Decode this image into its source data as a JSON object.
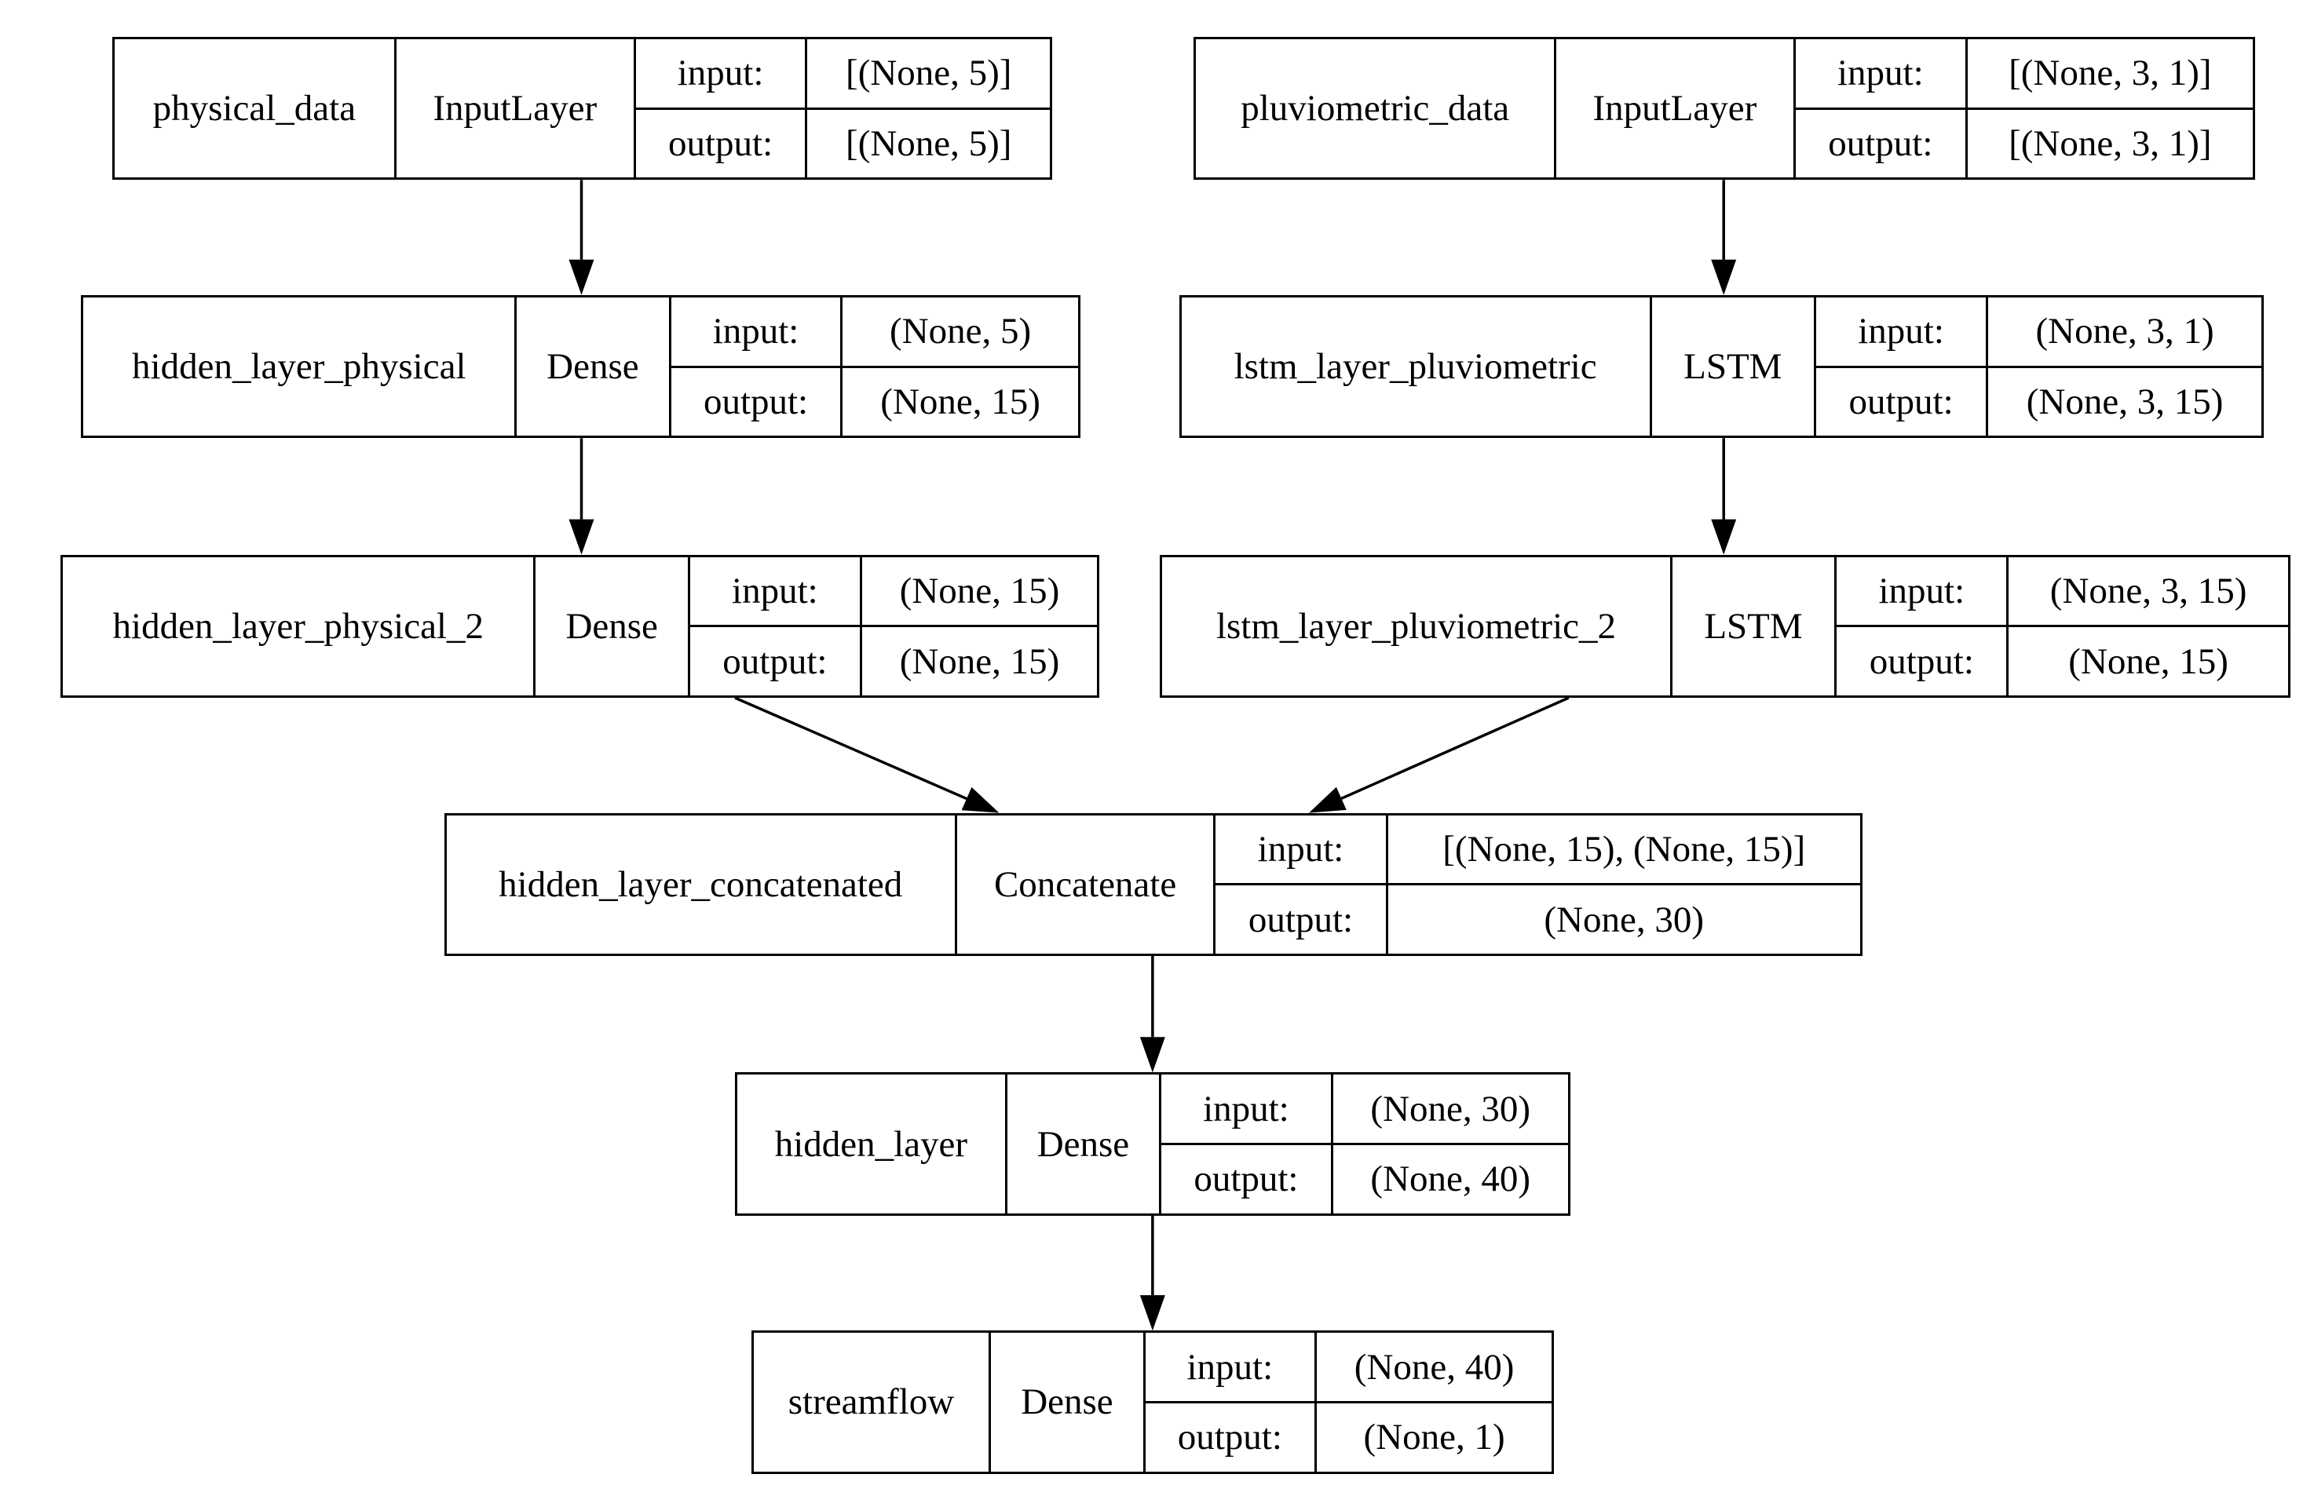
{
  "port_labels": {
    "input": "input:",
    "output": "output:"
  },
  "nodes": {
    "physical_data": {
      "name": "physical_data",
      "type": "InputLayer",
      "input": "[(None, 5)]",
      "output": "[(None, 5)]"
    },
    "pluviometric_data": {
      "name": "pluviometric_data",
      "type": "InputLayer",
      "input": "[(None, 3, 1)]",
      "output": "[(None, 3, 1)]"
    },
    "hidden_layer_physical": {
      "name": "hidden_layer_physical",
      "type": "Dense",
      "input": "(None, 5)",
      "output": "(None, 15)"
    },
    "lstm_layer_pluviometric": {
      "name": "lstm_layer_pluviometric",
      "type": "LSTM",
      "input": "(None, 3, 1)",
      "output": "(None, 3, 15)"
    },
    "hidden_layer_physical_2": {
      "name": "hidden_layer_physical_2",
      "type": "Dense",
      "input": "(None, 15)",
      "output": "(None, 15)"
    },
    "lstm_layer_pluviometric_2": {
      "name": "lstm_layer_pluviometric_2",
      "type": "LSTM",
      "input": "(None, 3, 15)",
      "output": "(None, 15)"
    },
    "hidden_layer_concatenated": {
      "name": "hidden_layer_concatenated",
      "type": "Concatenate",
      "input": "[(None, 15), (None, 15)]",
      "output": "(None, 30)"
    },
    "hidden_layer": {
      "name": "hidden_layer",
      "type": "Dense",
      "input": "(None, 30)",
      "output": "(None, 40)"
    },
    "streamflow": {
      "name": "streamflow",
      "type": "Dense",
      "input": "(None, 40)",
      "output": "(None, 1)"
    }
  },
  "edges": [
    {
      "from": "physical_data",
      "to": "hidden_layer_physical"
    },
    {
      "from": "pluviometric_data",
      "to": "lstm_layer_pluviometric"
    },
    {
      "from": "hidden_layer_physical",
      "to": "hidden_layer_physical_2"
    },
    {
      "from": "lstm_layer_pluviometric",
      "to": "lstm_layer_pluviometric_2"
    },
    {
      "from": "hidden_layer_physical_2",
      "to": "hidden_layer_concatenated"
    },
    {
      "from": "lstm_layer_pluviometric_2",
      "to": "hidden_layer_concatenated"
    },
    {
      "from": "hidden_layer_concatenated",
      "to": "hidden_layer"
    },
    {
      "from": "hidden_layer",
      "to": "streamflow"
    }
  ]
}
